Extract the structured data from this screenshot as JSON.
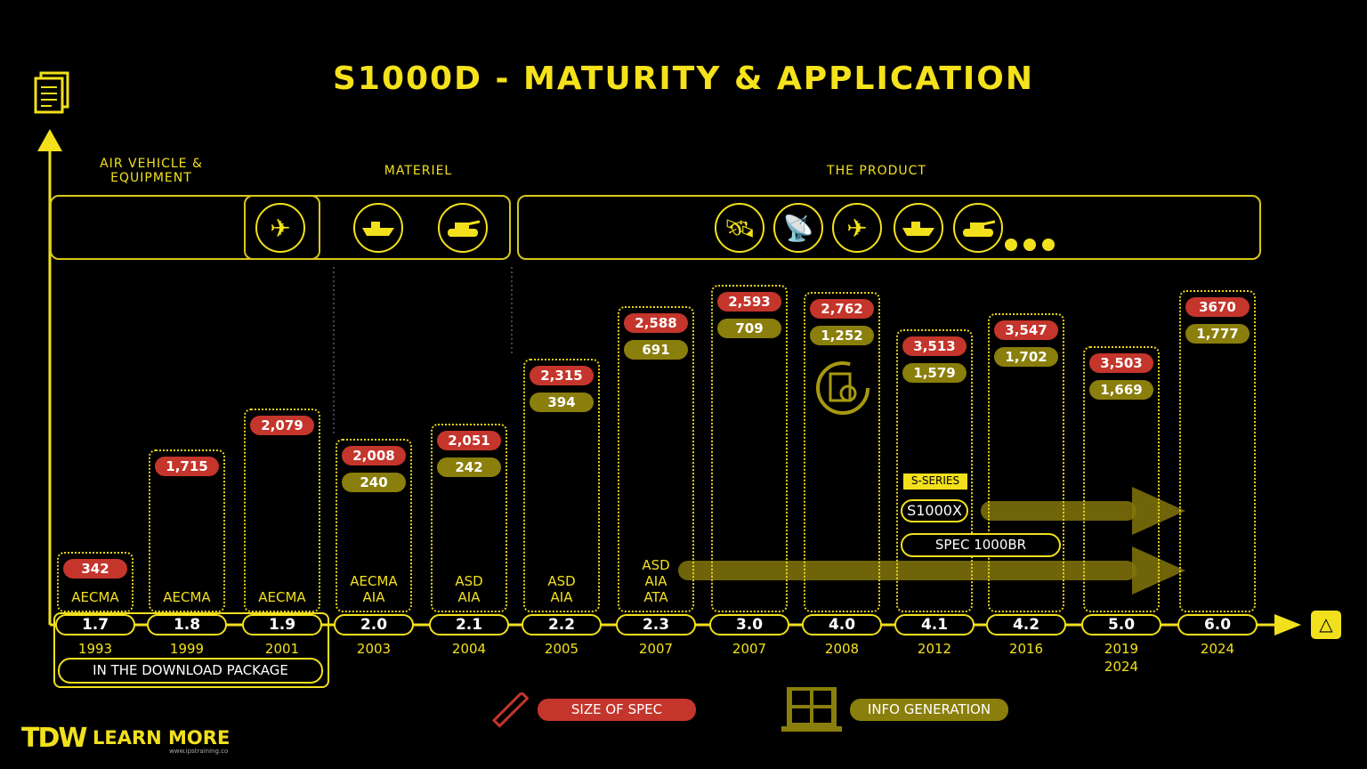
{
  "title": "S1000D - MATURITY & APPLICATION",
  "categories": {
    "air_vehicle": "AIR VEHICLE & EQUIPMENT",
    "materiel": "MATERIEL",
    "product": "THE PRODUCT"
  },
  "icons": {
    "materiel": [
      "airplane-icon",
      "ship-icon",
      "tank-icon"
    ],
    "product": [
      "satellite-icon",
      "radar-dish-icon",
      "airplane-icon",
      "ship-icon",
      "tank-icon",
      "ellipsis-icon"
    ]
  },
  "versions": [
    {
      "version": "1.7",
      "year": "1993",
      "size": "342",
      "info": null,
      "org": "AECMA"
    },
    {
      "version": "1.8",
      "year": "1999",
      "size": "1,715",
      "info": null,
      "org": "AECMA"
    },
    {
      "version": "1.9",
      "year": "2001",
      "size": "2,079",
      "info": null,
      "org": "AECMA"
    },
    {
      "version": "2.0",
      "year": "2003",
      "size": "2,008",
      "info": "240",
      "org": "AECMA AIA"
    },
    {
      "version": "2.1",
      "year": "2004",
      "size": "2,051",
      "info": "242",
      "org": "ASD AIA"
    },
    {
      "version": "2.2",
      "year": "2005",
      "size": "2,315",
      "info": "394",
      "org": "ASD AIA"
    },
    {
      "version": "2.3",
      "year": "2007",
      "size": "2,588",
      "info": "691",
      "org": "ASD AIA ATA"
    },
    {
      "version": "3.0",
      "year": "2007",
      "size": "2,593",
      "info": "709",
      "org": ""
    },
    {
      "version": "4.0",
      "year": "2008",
      "size": "2,762",
      "info": "1,252",
      "org": ""
    },
    {
      "version": "4.1",
      "year": "2012",
      "size": "3,513",
      "info": "1,579",
      "org": ""
    },
    {
      "version": "4.2",
      "year": "2016",
      "size": "3,547",
      "info": "1,702",
      "org": ""
    },
    {
      "version": "5.0",
      "year": "2019 2024",
      "size": "3,503",
      "info": "1,669",
      "org": ""
    },
    {
      "version": "6.0",
      "year": "2024",
      "size": "3670",
      "info": "1,777",
      "org": ""
    }
  ],
  "download_package": "IN THE DOWNLOAD PACKAGE",
  "s_series": "S-SERIES",
  "s1000x": "S1000X",
  "spec1000br": "SPEC 1000BR",
  "legend": {
    "size": "SIZE OF SPEC",
    "info": "INFO GENERATION"
  },
  "logo": {
    "brand": "TDW",
    "text": "LEARN MORE",
    "url": "www.ipstraining.co"
  },
  "colors": {
    "yellow": "#f2e01c",
    "red": "#c4352b",
    "olive": "#8a7e0c"
  }
}
